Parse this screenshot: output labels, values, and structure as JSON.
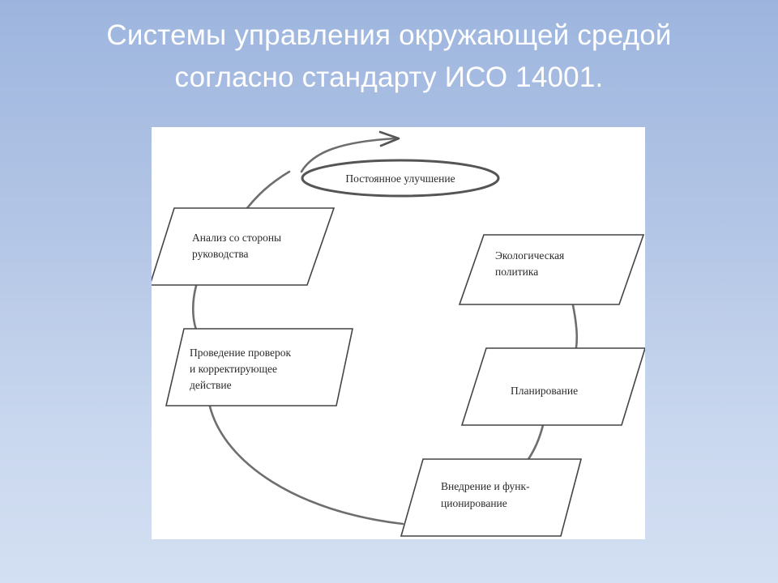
{
  "title": {
    "line1": "Системы управления окружающей средой",
    "line2": "согласно стандарту ИСО 14001."
  },
  "diagram": {
    "ellipse_label": "Постоянное улучшение",
    "boxes": {
      "management_review": [
        "Анализ со стороны",
        "руководства"
      ],
      "environmental_policy": [
        "Экологическая",
        "политика"
      ],
      "checking": [
        "Проведение проверок",
        "и корректирующее",
        "действие"
      ],
      "planning": [
        "Планирование"
      ],
      "implementation": [
        "Внедрение и функ-",
        "ционирование"
      ]
    }
  }
}
